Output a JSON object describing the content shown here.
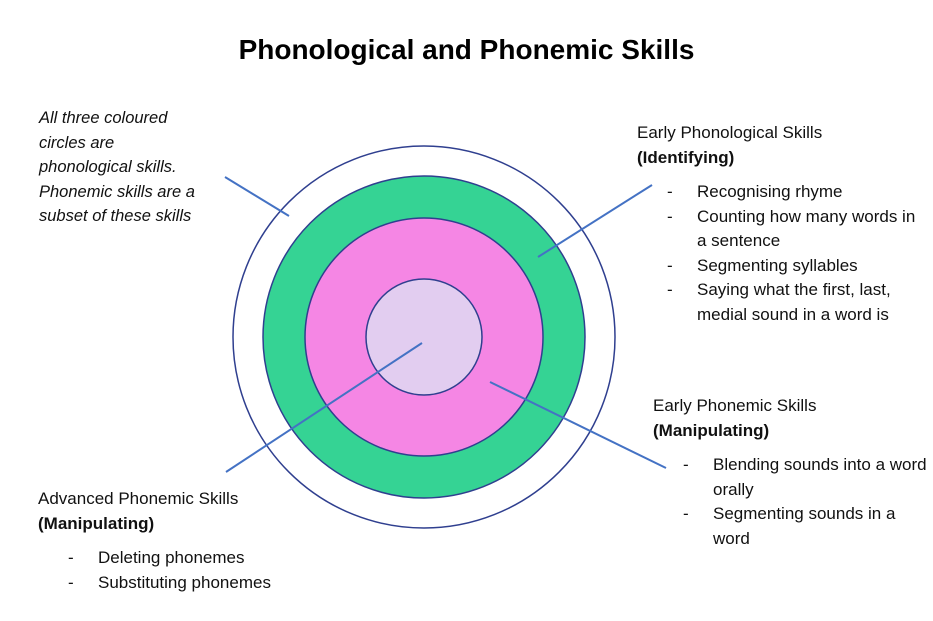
{
  "title": "Phonological and Phonemic Skills",
  "note": {
    "lines": [
      "All three coloured",
      "circles are",
      "phonological skills.",
      "Phonemic skills are a",
      "subset of these skills"
    ]
  },
  "early_phonological": {
    "heading": "Early Phonological Skills",
    "subheading": "(Identifying)",
    "items": [
      "Recognising rhyme",
      "Counting how many words in a sentence",
      "Segmenting syllables",
      "Saying what the first, last, medial sound in a word is"
    ]
  },
  "early_phonemic": {
    "heading": "Early Phonemic Skills",
    "subheading": "(Manipulating)",
    "items": [
      "Blending sounds into a word orally",
      "Segmenting sounds in a word"
    ]
  },
  "advanced_phonemic": {
    "heading": "Advanced Phonemic Skills",
    "subheading": "(Manipulating)",
    "items": [
      "Deleting phonemes",
      "Substituting phonemes"
    ]
  },
  "bullet_marker": "-",
  "colors": {
    "outer_ring_stroke": "#2f3f8f",
    "green_ring": "#35d394",
    "pink_ring": "#f586e4",
    "inner_circle": "#e2cdf0",
    "connector_lines": "#4472c4"
  }
}
